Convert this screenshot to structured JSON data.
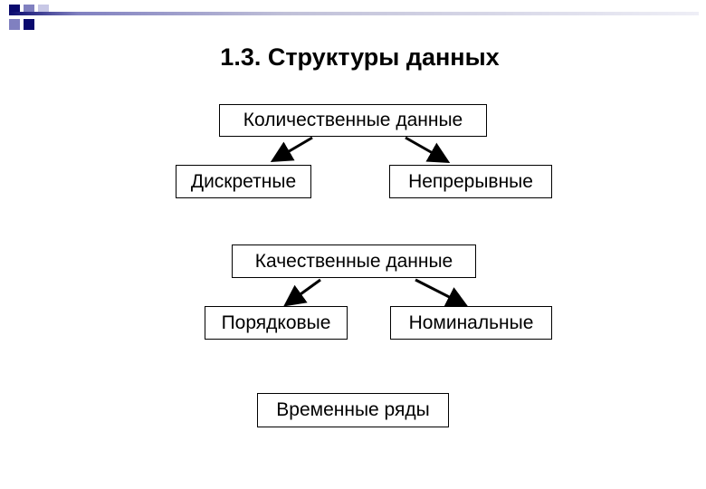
{
  "slide": {
    "title": "1.3. Структуры данных",
    "decor_colors": {
      "dark": "#0a0a6e",
      "mid": "#8080c0",
      "light": "#c8c8e6",
      "line": "#c0c0d8"
    }
  },
  "diagram": {
    "quantitative": {
      "label": "Количественные данные",
      "children": [
        "Дискретные",
        "Непрерывные"
      ]
    },
    "qualitative": {
      "label": "Качественные данные",
      "children": [
        "Порядковые",
        "Номинальные"
      ]
    },
    "time_series": {
      "label": "Временные ряды"
    }
  }
}
